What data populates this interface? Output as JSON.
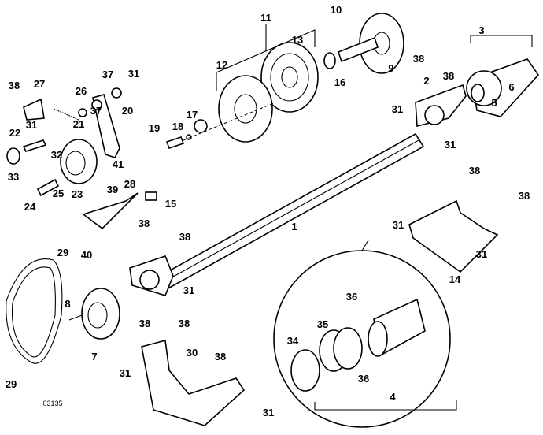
{
  "diagram": {
    "drawing_number": "03135",
    "callouts": [
      "11",
      "10",
      "3",
      "13",
      "12",
      "16",
      "9",
      "38",
      "38",
      "2",
      "6",
      "5",
      "31",
      "31",
      "38",
      "27",
      "37",
      "31",
      "26",
      "37",
      "20",
      "31",
      "21",
      "22",
      "17",
      "18",
      "19",
      "32",
      "41",
      "33",
      "25",
      "23",
      "24",
      "39",
      "28",
      "15",
      "38",
      "38",
      "31",
      "1",
      "38",
      "38",
      "40",
      "29",
      "31",
      "14",
      "31",
      "36",
      "8",
      "35",
      "38",
      "38",
      "34",
      "30",
      "38",
      "7",
      "31",
      "36",
      "29",
      "4",
      "31"
    ],
    "colors": {
      "ink": "#000000",
      "paper": "#ffffff"
    }
  }
}
